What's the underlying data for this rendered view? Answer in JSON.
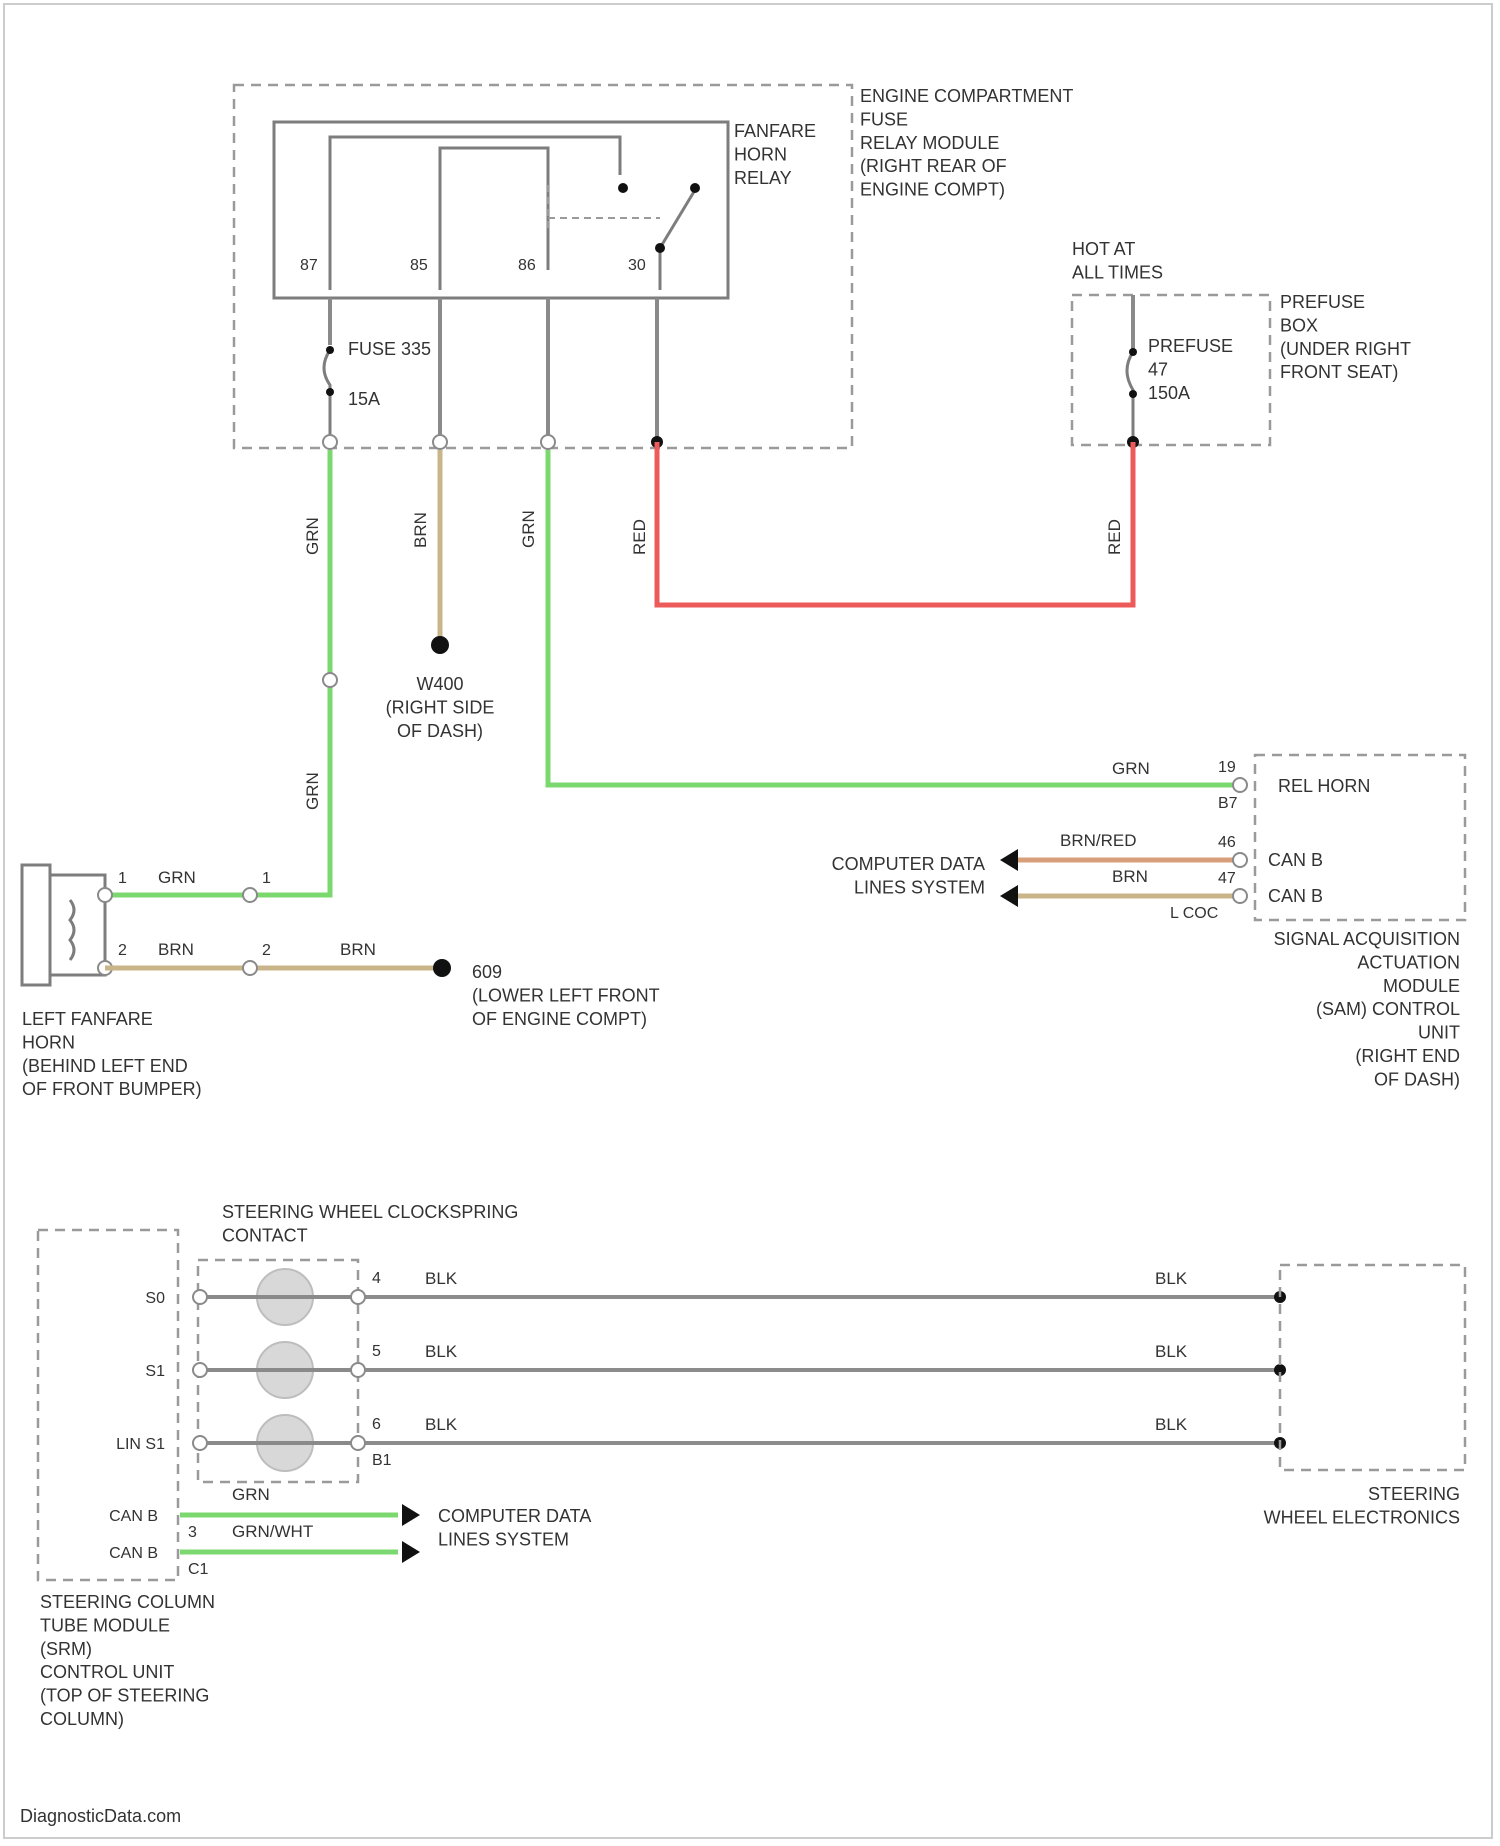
{
  "components": {
    "engine_compartment_fuse_relay_module": "ENGINE COMPARTMENT\nFUSE\nRELAY MODULE\n(RIGHT REAR OF\nENGINE COMPT)",
    "fanfare_horn_relay": "FANFARE\nHORN\nRELAY",
    "hot_at_all_times": "HOT AT\nALL TIMES",
    "prefuse_box": "PREFUSE\nBOX\n(UNDER RIGHT\nFRONT SEAT)",
    "prefuse_name": "PREFUSE\n47\n150A",
    "fuse_name": "FUSE 335",
    "fuse_rating": "15A",
    "ground_w": "W400\n(RIGHT SIDE\nOF DASH)",
    "ground_lower": "609\n(LOWER LEFT FRONT\nOF ENGINE COMPT)",
    "left_horn": "LEFT FANFARE\nHORN\n(BEHIND LEFT END\nOF FRONT BUMPER)",
    "sam_module": "SIGNAL ACQUISITION\nACTUATION\nMODULE\n(SAM) CONTROL\nUNIT\n(RIGHT END\nOF DASH)",
    "rel_horn": "REL HORN",
    "can_b_1": "CAN B",
    "can_b_2": "CAN B",
    "computer_data_1": "COMPUTER DATA\nLINES SYSTEM",
    "computer_data_2": "COMPUTER DATA\nLINES SYSTEM",
    "clockspring": "STEERING WHEEL CLOCKSPRING\nCONTACT",
    "steering_wheel_electronics": "STEERING\nWHEEL ELECTRONICS",
    "scm_module": "STEERING COLUMN\nTUBE MODULE\n(SRM)\nCONTROL UNIT\n(TOP OF STEERING\nCOLUMN)",
    "watermark": "DiagnosticData.com"
  },
  "relay_pins": [
    "87",
    "85",
    "86",
    "30"
  ],
  "wire_labels": {
    "grn_1": "GRN",
    "brn_1": "BRN",
    "grn_2": "GRN",
    "red_1": "RED",
    "red_2": "RED",
    "grn_3": "GRN",
    "grn_horn": "GRN",
    "brn_horn": "BRN",
    "brn_horn_2": "BRN",
    "grn_rel": "GRN",
    "brnred": "BRN/RED",
    "brn_can": "BRN",
    "blk_1": "BLK",
    "blk_2": "BLK",
    "blk_3": "BLK",
    "blk_4": "BLK",
    "blk_5": "BLK",
    "blk_6": "BLK",
    "grn_can": "GRN",
    "grnwht": "GRN/WHT"
  },
  "pin_labels": {
    "horn_1": "1",
    "horn_2": "2",
    "conn_1": "1",
    "conn_2": "2",
    "sam_19": "19",
    "sam_b7": "B7",
    "sam_46": "46",
    "sam_47": "47",
    "sam_conn": "L COC",
    "scm_s0": "S0",
    "scm_s1": "S1",
    "scm_lin": "LIN S1",
    "scm_can1": "CAN B",
    "scm_can2": "CAN B",
    "scm_c1": "C1",
    "clk_4": "4",
    "clk_5": "5",
    "clk_6": "6",
    "clk_b1": "B1",
    "scm_3": "3"
  }
}
